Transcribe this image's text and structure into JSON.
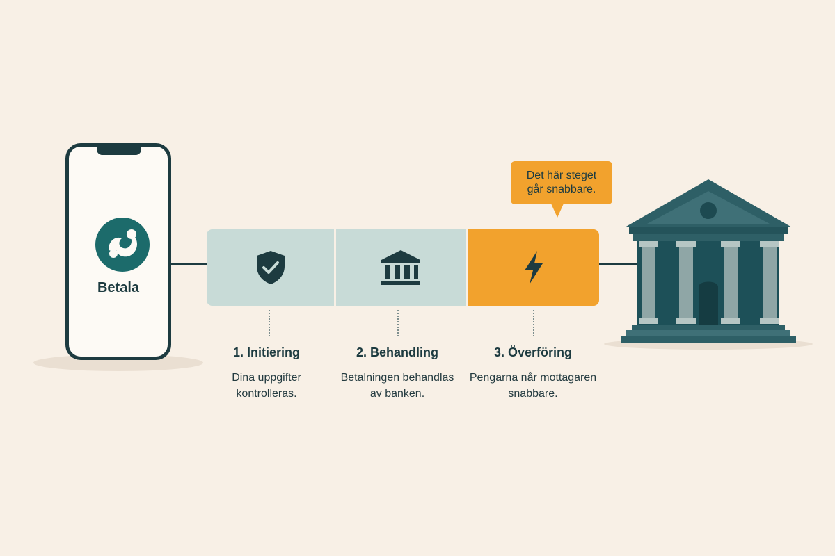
{
  "app": {
    "name": "Betala",
    "logo_icon": "betala-logo-icon"
  },
  "steps": [
    {
      "title": "1. Initiering",
      "description_line1": "Dina uppgifter",
      "description_line2": "kontrolleras.",
      "icon": "shield-check-icon"
    },
    {
      "title": "2. Behandling",
      "description_line1": "Betalningen behandlas",
      "description_line2": "av banken.",
      "icon": "bank-icon"
    },
    {
      "title": "3. Överföring",
      "description_line1": "Pengarna når mottagaren",
      "description_line2": "snabbare.",
      "icon": "lightning-icon"
    }
  ],
  "tooltip": {
    "line1": "Det här steget",
    "line2": "går snabbare."
  },
  "destination": {
    "icon": "bank-building-icon"
  },
  "colors": {
    "dark_teal": "#1d3b40",
    "light_teal": "#c8dbd7",
    "accent_orange": "#f2a22d",
    "background": "#f8f0e6",
    "logo_teal": "#1c6b6b"
  }
}
